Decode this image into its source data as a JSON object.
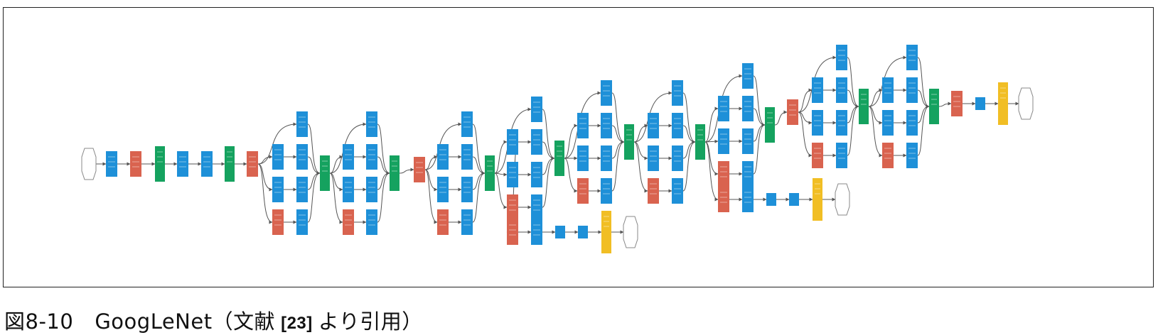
{
  "caption": {
    "figure_number": "図8-10",
    "title_before": "GoogLeNet（文献",
    "reference": "[23]",
    "title_after": "より引用）"
  },
  "colors": {
    "conv": "#1e90d8",
    "pool": "#d9634f",
    "concat": "#15a25f",
    "softmax": "#f1be24",
    "io": "#ffffff",
    "edge": "#555555"
  },
  "legend_icons": [
    "conv-node",
    "pool-node",
    "concat-node",
    "softmax-node",
    "io-node"
  ]
}
